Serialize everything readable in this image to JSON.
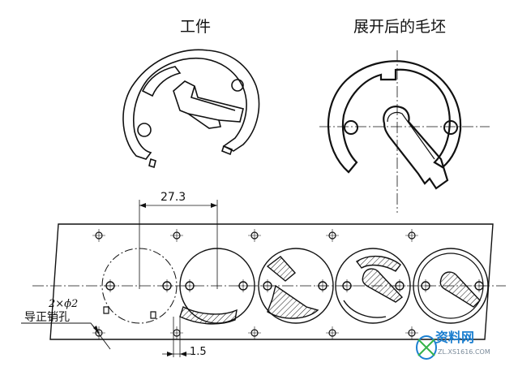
{
  "diagram": {
    "title_left": "工件",
    "title_right": "展开后的毛坯",
    "dim_pitch": "27.3",
    "dim_pin": "2×ϕ2",
    "label_pin": "导正销孔",
    "dim_gap": "1.5"
  },
  "watermark": {
    "title": "资料网",
    "url": "ZL.XS1616.COM"
  },
  "colors": {
    "line": "#111111",
    "watermark": "#1b7fd0"
  }
}
